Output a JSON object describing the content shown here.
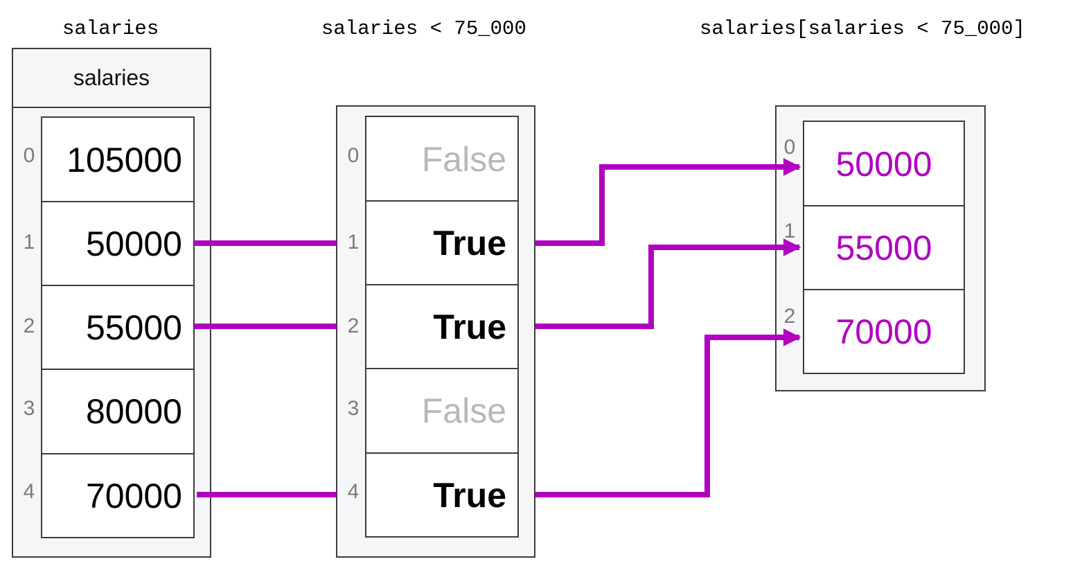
{
  "captions": {
    "salaries": "salaries",
    "mask": "salaries < 75_000",
    "result": "salaries[salaries < 75_000]"
  },
  "salaries_panel": {
    "header": "salaries",
    "indices": [
      "0",
      "1",
      "2",
      "3",
      "4"
    ],
    "values": [
      "105000",
      "50000",
      "55000",
      "80000",
      "70000"
    ]
  },
  "mask_panel": {
    "indices": [
      "0",
      "1",
      "2",
      "3",
      "4"
    ],
    "values": [
      "False",
      "True",
      "True",
      "False",
      "True"
    ]
  },
  "result_panel": {
    "indices": [
      "0",
      "1",
      "2"
    ],
    "values": [
      "50000",
      "55000",
      "70000"
    ]
  },
  "colors": {
    "connector": "#b000c0",
    "false_text": "#b8b8b8",
    "result_text": "#b000c0"
  }
}
